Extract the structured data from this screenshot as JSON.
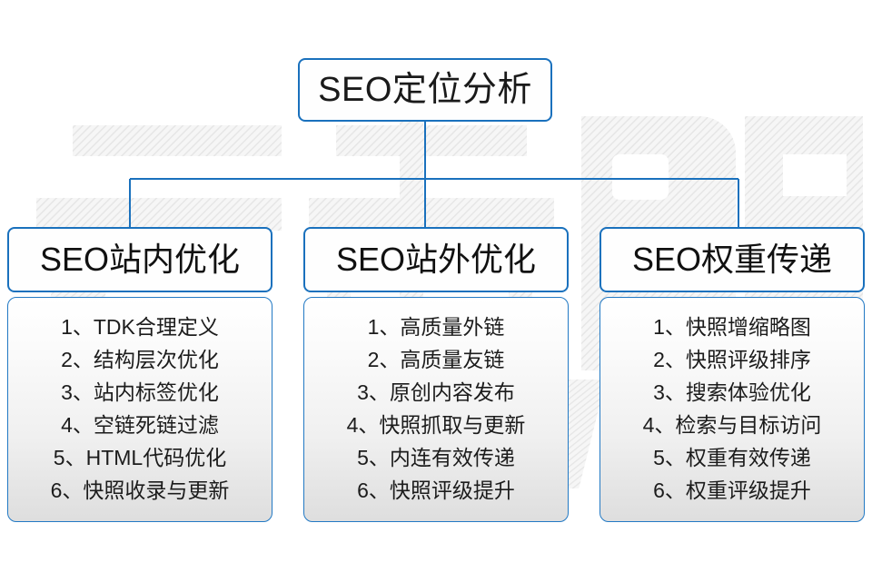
{
  "diagram": {
    "title": "SEO定位分析",
    "watermark_text": "云无限",
    "accent_color": "#1a71bd",
    "text_color": "#1a1a1a",
    "columns": [
      {
        "header": "SEO站内优化",
        "items": [
          "1、TDK合理定义",
          "2、结构层次优化",
          "3、站内标签优化",
          "4、空链死链过滤",
          "5、HTML代码优化",
          "6、快照收录与更新"
        ]
      },
      {
        "header": "SEO站外优化",
        "items": [
          "1、高质量外链",
          "2、高质量友链",
          "3、原创内容发布",
          "4、快照抓取与更新",
          "5、内连有效传递",
          "6、快照评级提升"
        ]
      },
      {
        "header": "SEO权重传递",
        "items": [
          "1、快照增缩略图",
          "2、快照评级排序",
          "3、搜索体验优化",
          "4、检索与目标访问",
          "5、权重有效传递",
          "6、权重评级提升"
        ]
      }
    ]
  }
}
